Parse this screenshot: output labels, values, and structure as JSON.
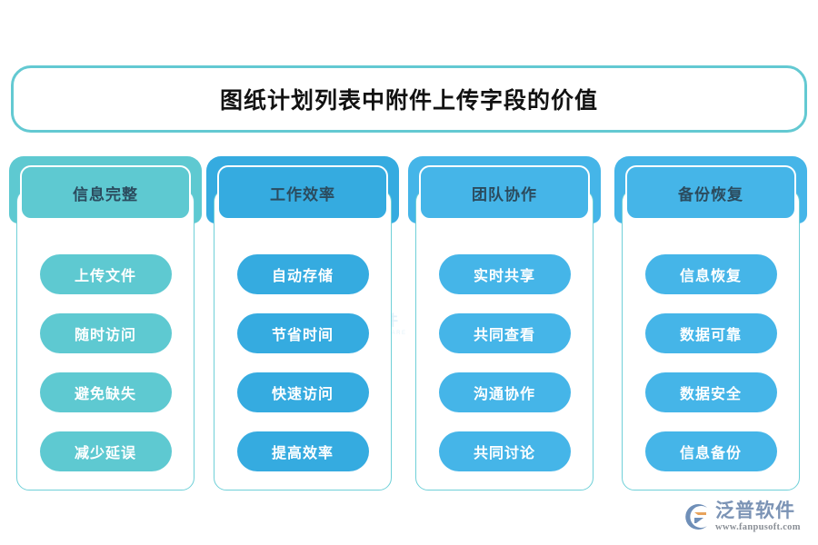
{
  "title": {
    "text": "图纸计划列表中附件上传字段的价值"
  },
  "theme": {
    "title_border": "#63c9d2",
    "title_text_color": "#121212",
    "header_text_color": "#2b4b5e",
    "pill_text_color": "#ffffff",
    "card_outline": "#6fd0d8",
    "background": "#ffffff"
  },
  "columns": [
    {
      "header": "信息完整",
      "color": "#5ec9d1",
      "items": [
        "上传文件",
        "随时访问",
        "避免缺失",
        "减少延误"
      ]
    },
    {
      "header": "工作效率",
      "color": "#35abe0",
      "items": [
        "自动存储",
        "节省时间",
        "快速访问",
        "提高效率"
      ]
    },
    {
      "header": "团队协作",
      "color": "#45b5e8",
      "items": [
        "实时共享",
        "共同查看",
        "沟通协作",
        "共同讨论"
      ]
    },
    {
      "header": "备份恢复",
      "color": "#45b5e8",
      "items": [
        "信息恢复",
        "数据可靠",
        "数据安全",
        "信息备份"
      ]
    }
  ],
  "watermark": {
    "name": "泛普软件",
    "subtitle": "FANPU SOFTWARE"
  },
  "brand": {
    "name": "泛普软件",
    "url": "www.fanpusoft.com",
    "mark_colors": {
      "blue": "#6f8fb8",
      "orange": "#e8a35c"
    }
  }
}
